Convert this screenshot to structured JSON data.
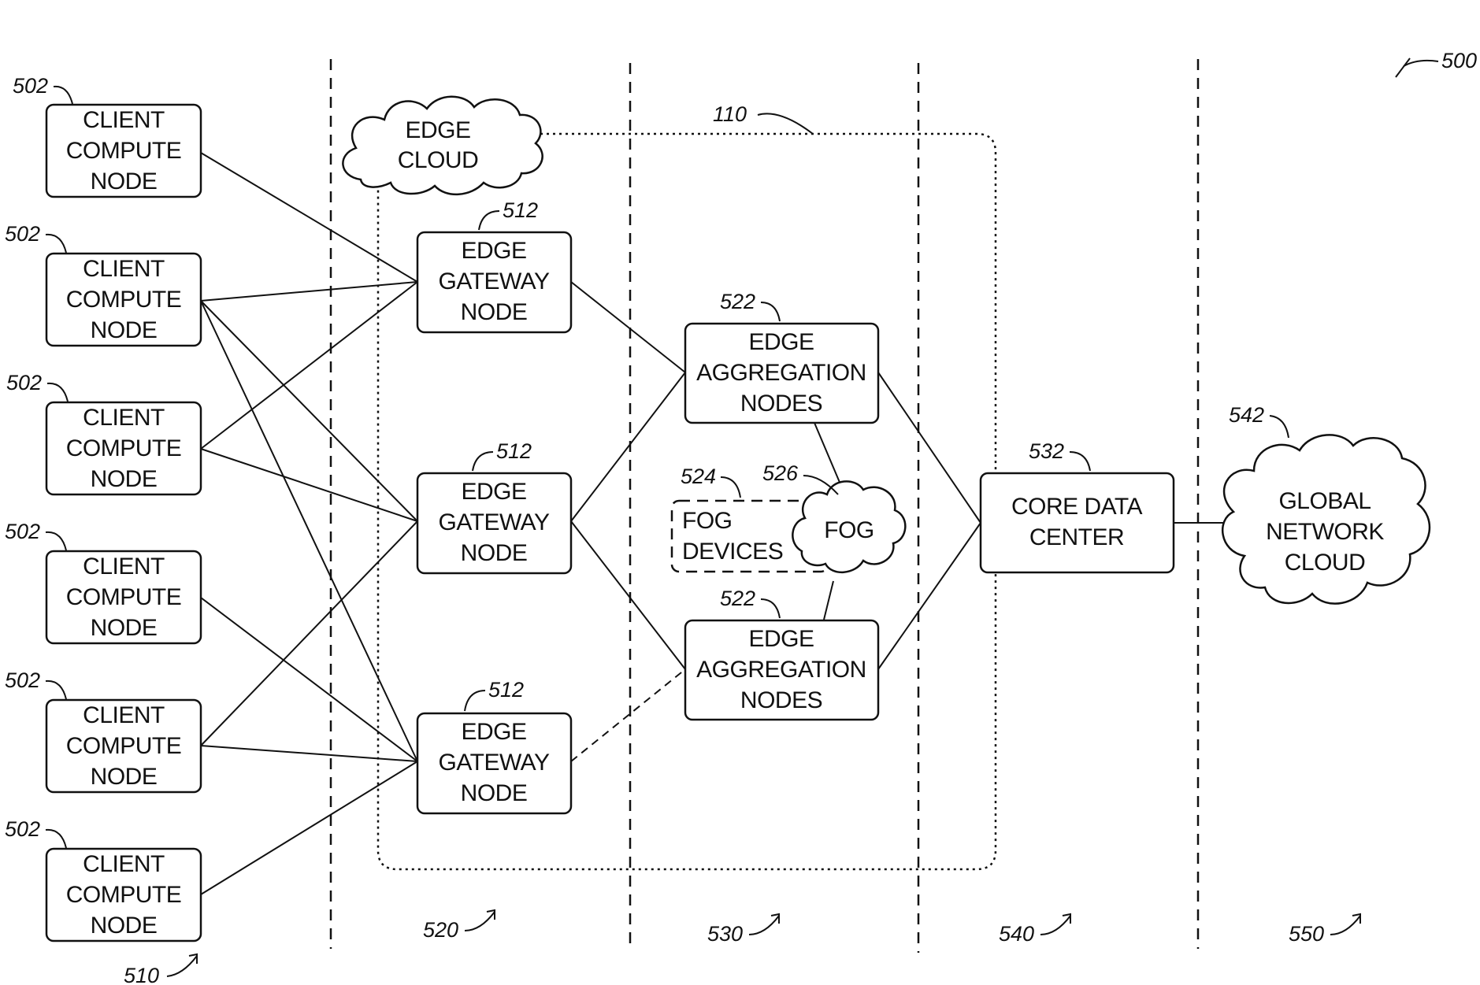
{
  "figure_ref": "500",
  "nodes": {
    "client": [
      {
        "lines": [
          "CLIENT",
          "COMPUTE",
          "NODE"
        ],
        "ref": "502"
      },
      {
        "lines": [
          "CLIENT",
          "COMPUTE",
          "NODE"
        ],
        "ref": "502"
      },
      {
        "lines": [
          "CLIENT",
          "COMPUTE",
          "NODE"
        ],
        "ref": "502"
      },
      {
        "lines": [
          "CLIENT",
          "COMPUTE",
          "NODE"
        ],
        "ref": "502"
      },
      {
        "lines": [
          "CLIENT",
          "COMPUTE",
          "NODE"
        ],
        "ref": "502"
      },
      {
        "lines": [
          "CLIENT",
          "COMPUTE",
          "NODE"
        ],
        "ref": "502"
      }
    ],
    "gateway": [
      {
        "lines": [
          "EDGE",
          "GATEWAY",
          "NODE"
        ],
        "ref": "512"
      },
      {
        "lines": [
          "EDGE",
          "GATEWAY",
          "NODE"
        ],
        "ref": "512"
      },
      {
        "lines": [
          "EDGE",
          "GATEWAY",
          "NODE"
        ],
        "ref": "512"
      }
    ],
    "aggregation": [
      {
        "lines": [
          "EDGE",
          "AGGREGATION",
          "NODES"
        ],
        "ref": "522"
      },
      {
        "lines": [
          "EDGE",
          "AGGREGATION",
          "NODES"
        ],
        "ref": "522"
      }
    ],
    "fog_devices": {
      "lines": [
        "FOG",
        "DEVICES"
      ],
      "ref": "524"
    },
    "fog": {
      "label": "FOG",
      "ref": "526"
    },
    "core": {
      "lines": [
        "CORE DATA",
        "CENTER"
      ],
      "ref": "532"
    },
    "global_cloud": {
      "lines": [
        "GLOBAL",
        "NETWORK",
        "CLOUD"
      ],
      "ref": "542"
    },
    "edge_cloud": {
      "lines": [
        "EDGE",
        "CLOUD"
      ],
      "ref": "110"
    }
  },
  "tiers": [
    {
      "ref": "510"
    },
    {
      "ref": "520"
    },
    {
      "ref": "530"
    },
    {
      "ref": "540"
    },
    {
      "ref": "550"
    }
  ],
  "connections": [
    [
      "client.0",
      "gateway.0"
    ],
    [
      "client.1",
      "gateway.0"
    ],
    [
      "client.1",
      "gateway.1"
    ],
    [
      "client.1",
      "gateway.2"
    ],
    [
      "client.2",
      "gateway.0"
    ],
    [
      "client.2",
      "gateway.1"
    ],
    [
      "client.3",
      "gateway.2"
    ],
    [
      "client.4",
      "gateway.1"
    ],
    [
      "client.4",
      "gateway.2"
    ],
    [
      "client.5",
      "gateway.2"
    ],
    [
      "gateway.0",
      "aggregation.0"
    ],
    [
      "gateway.1",
      "aggregation.0"
    ],
    [
      "gateway.1",
      "aggregation.1"
    ],
    [
      "gateway.2",
      "aggregation.1",
      "dashed"
    ],
    [
      "aggregation.0",
      "fog"
    ],
    [
      "aggregation.1",
      "fog"
    ],
    [
      "aggregation.0",
      "core"
    ],
    [
      "aggregation.1",
      "core"
    ],
    [
      "core",
      "global_cloud"
    ]
  ]
}
